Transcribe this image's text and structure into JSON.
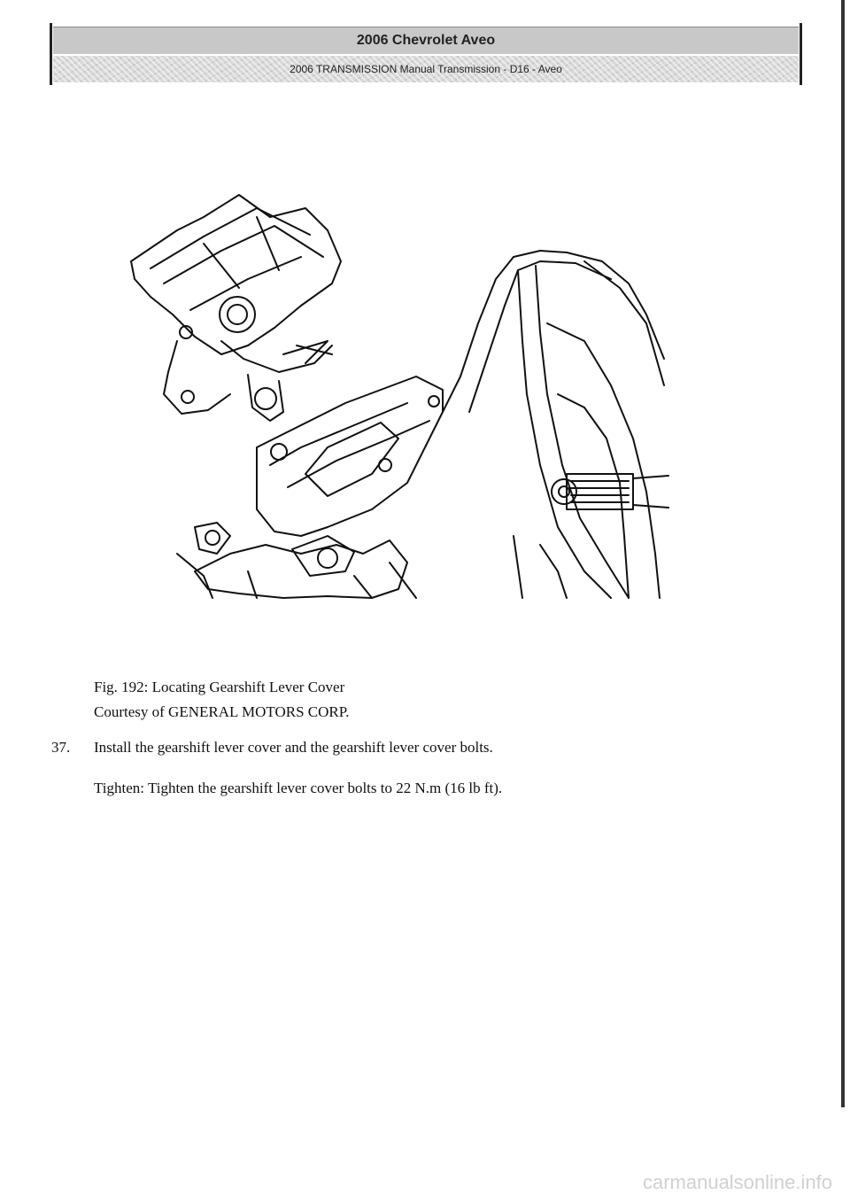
{
  "header": {
    "title": "2006 Chevrolet Aveo",
    "subtitle": "2006 TRANSMISSION Manual Transmission - D16 - Aveo"
  },
  "figure": {
    "caption": "Fig. 192: Locating Gearshift Lever Cover",
    "credit": "Courtesy of GENERAL MOTORS CORP."
  },
  "step": {
    "number": "37.",
    "text": "Install the gearshift lever cover and the gearshift lever cover bolts."
  },
  "tighten": {
    "text": "Tighten: Tighten the gearshift lever cover bolts to 22 N.m (16 lb ft)."
  },
  "watermark": "carmanualsonline.info"
}
